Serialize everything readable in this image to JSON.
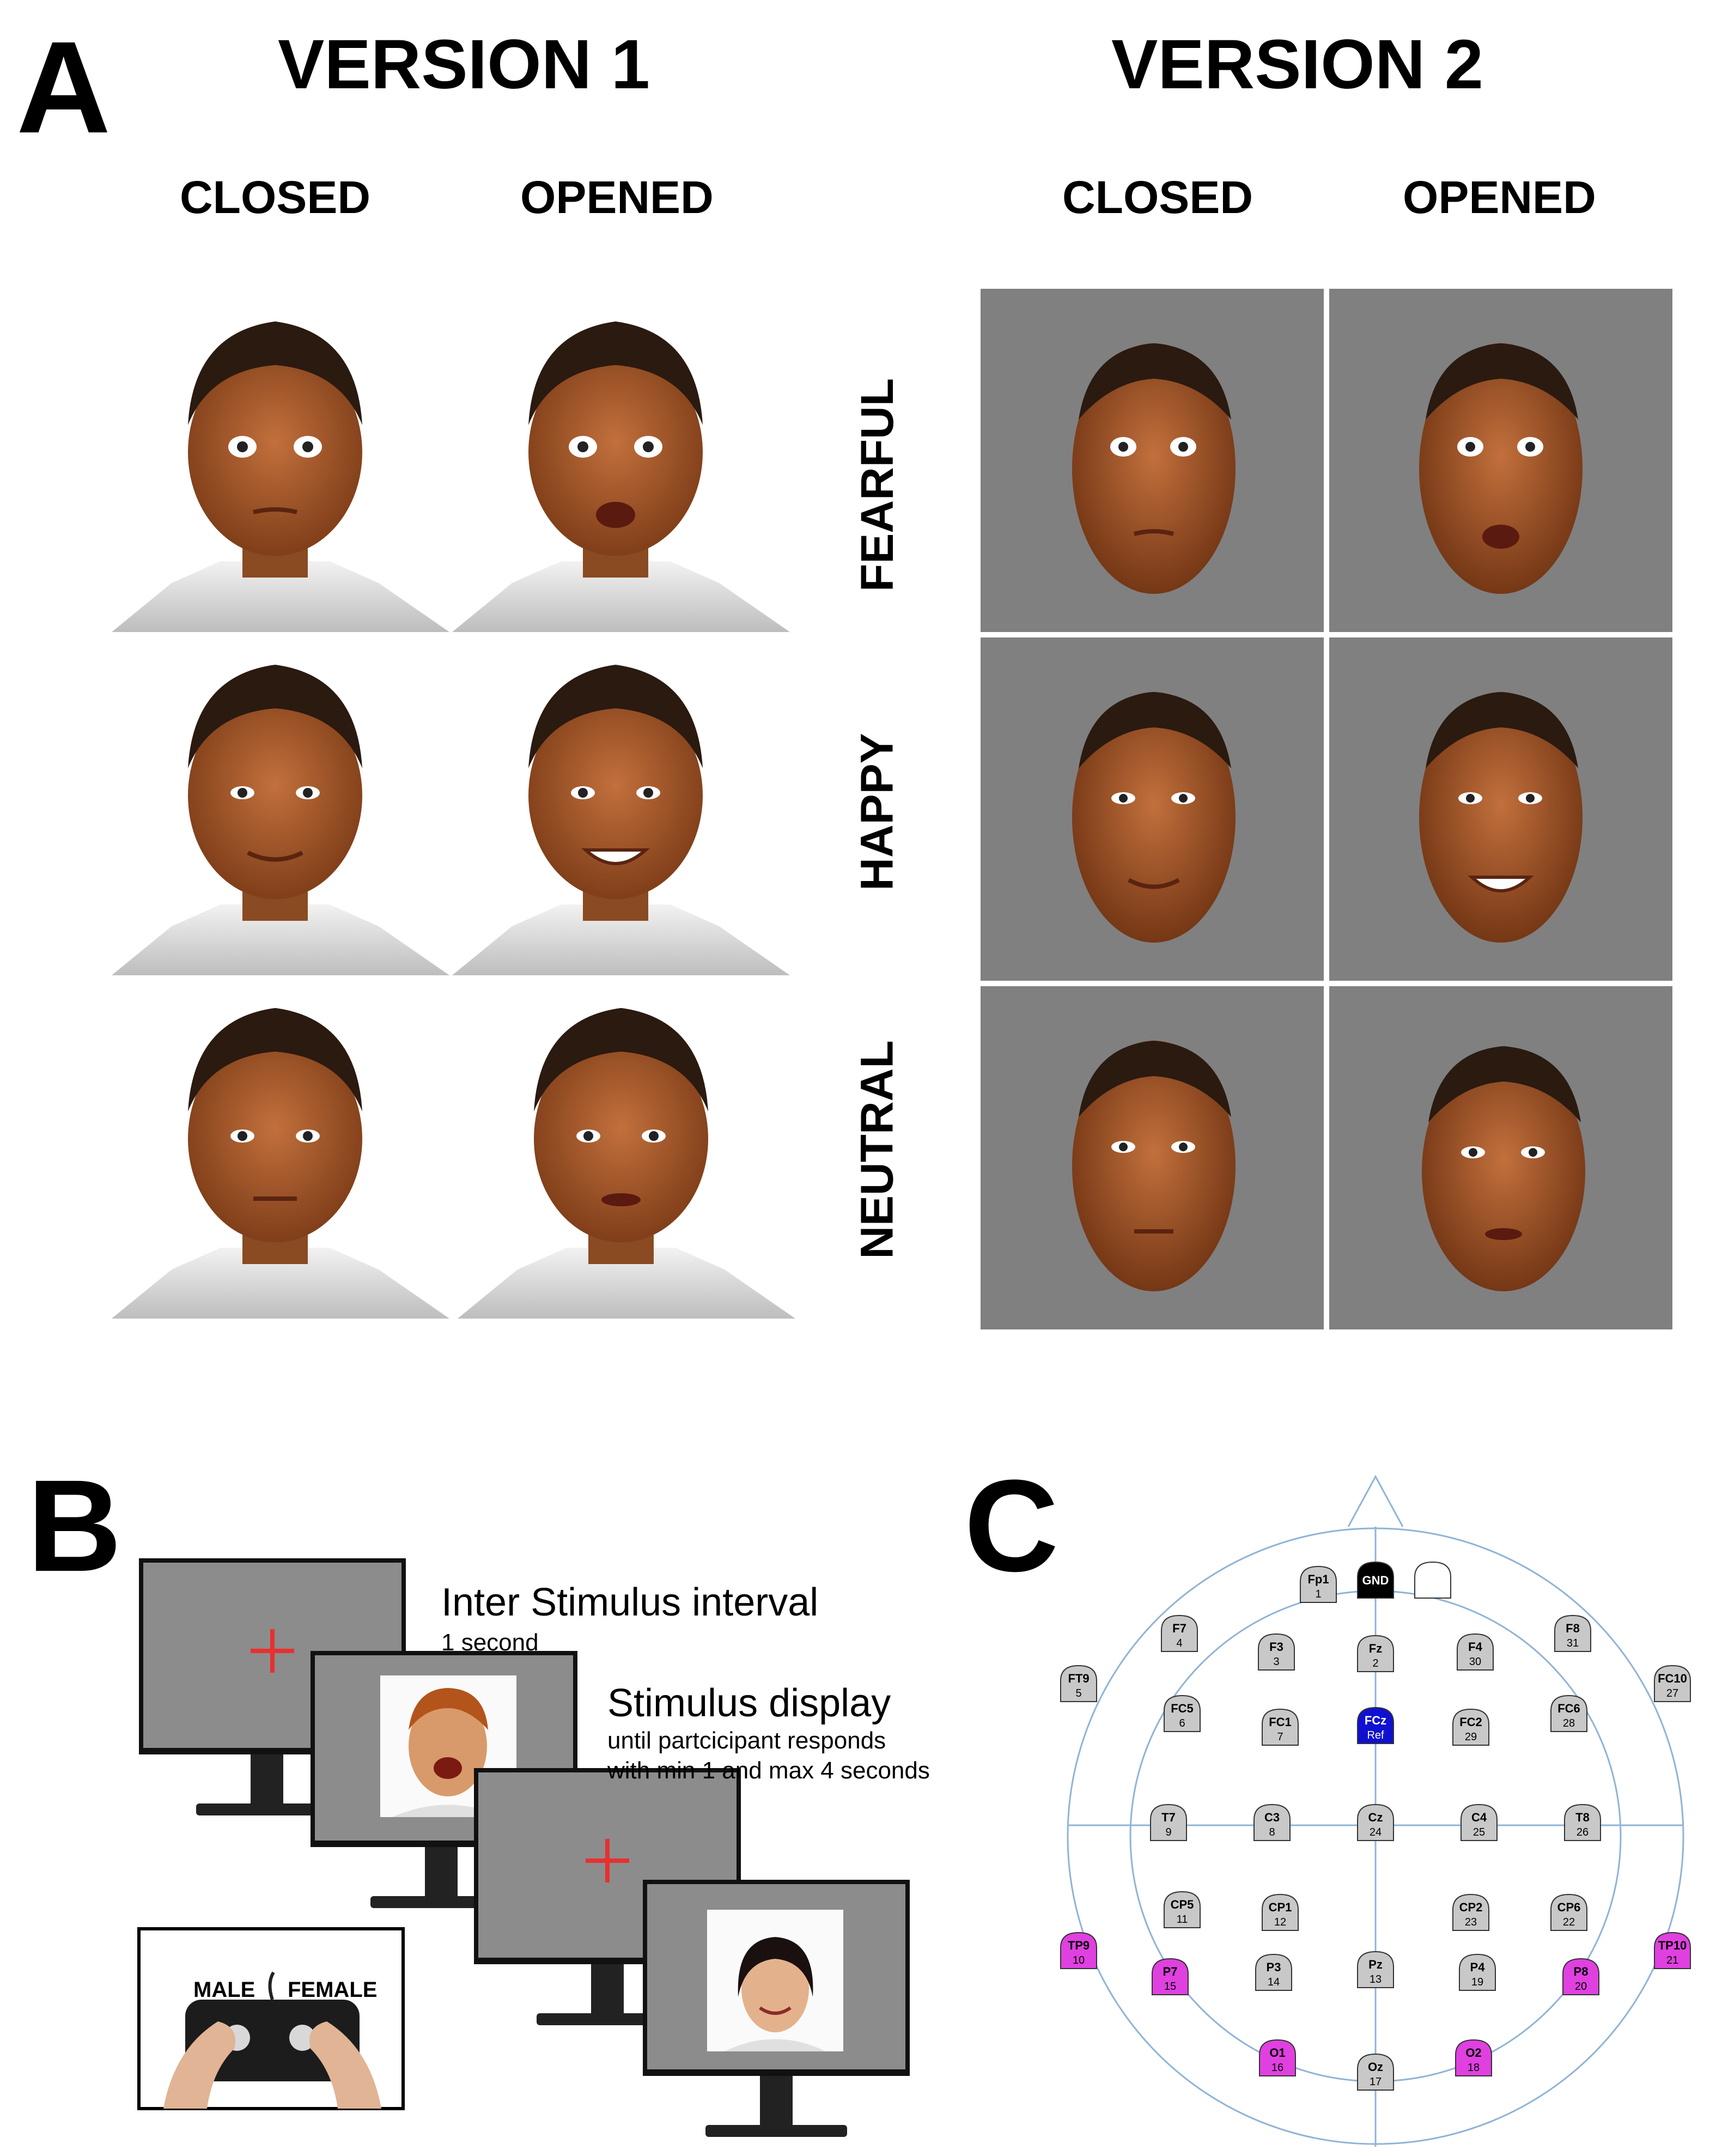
{
  "panelA": {
    "letter": "A",
    "version1": "VERSION 1",
    "version2": "VERSION 2",
    "v1_closed": "CLOSED",
    "v1_opened": "OPENED",
    "v2_closed": "CLOSED",
    "v2_opened": "OPENED",
    "rows": [
      "FEARFUL",
      "HAPPY",
      "NEUTRAL"
    ]
  },
  "panelB": {
    "letter": "B",
    "isi_title": "Inter Stimulus interval",
    "isi_sub": "1 second",
    "stim_title": "Stimulus display",
    "stim_sub1": "until partcicipant responds",
    "stim_sub2": "with min 1 and max 4 seconds",
    "male": "MALE",
    "female": "FEMALE"
  },
  "panelC": {
    "letter": "C",
    "colors": {
      "grey": "#c8c8c8",
      "magenta": "#e040e0",
      "blue": "#1010d0",
      "black": "#000000",
      "line": "#8fb4d6"
    },
    "electrodes": [
      {
        "name": "GND",
        "num": "",
        "color": "black"
      },
      {
        "name": "",
        "num": "",
        "color": "white"
      },
      {
        "name": "Fp1",
        "num": "1",
        "color": "grey"
      },
      {
        "name": "F7",
        "num": "4",
        "color": "grey"
      },
      {
        "name": "F3",
        "num": "3",
        "color": "grey"
      },
      {
        "name": "Fz",
        "num": "2",
        "color": "grey"
      },
      {
        "name": "F4",
        "num": "30",
        "color": "grey"
      },
      {
        "name": "F8",
        "num": "31",
        "color": "grey"
      },
      {
        "name": "FT9",
        "num": "5",
        "color": "grey"
      },
      {
        "name": "FC10",
        "num": "27",
        "color": "grey"
      },
      {
        "name": "FC5",
        "num": "6",
        "color": "grey"
      },
      {
        "name": "FC1",
        "num": "7",
        "color": "grey"
      },
      {
        "name": "FCz",
        "num": "Ref",
        "color": "blue"
      },
      {
        "name": "FC2",
        "num": "29",
        "color": "grey"
      },
      {
        "name": "FC6",
        "num": "28",
        "color": "grey"
      },
      {
        "name": "T7",
        "num": "9",
        "color": "grey"
      },
      {
        "name": "C3",
        "num": "8",
        "color": "grey"
      },
      {
        "name": "Cz",
        "num": "24",
        "color": "grey"
      },
      {
        "name": "C4",
        "num": "25",
        "color": "grey"
      },
      {
        "name": "T8",
        "num": "26",
        "color": "grey"
      },
      {
        "name": "CP5",
        "num": "11",
        "color": "grey"
      },
      {
        "name": "CP1",
        "num": "12",
        "color": "grey"
      },
      {
        "name": "CP2",
        "num": "23",
        "color": "grey"
      },
      {
        "name": "CP6",
        "num": "22",
        "color": "grey"
      },
      {
        "name": "TP9",
        "num": "10",
        "color": "magenta"
      },
      {
        "name": "TP10",
        "num": "21",
        "color": "magenta"
      },
      {
        "name": "P7",
        "num": "15",
        "color": "magenta"
      },
      {
        "name": "P3",
        "num": "14",
        "color": "grey"
      },
      {
        "name": "Pz",
        "num": "13",
        "color": "grey"
      },
      {
        "name": "P4",
        "num": "19",
        "color": "grey"
      },
      {
        "name": "P8",
        "num": "20",
        "color": "magenta"
      },
      {
        "name": "O1",
        "num": "16",
        "color": "magenta"
      },
      {
        "name": "Oz",
        "num": "17",
        "color": "grey"
      },
      {
        "name": "O2",
        "num": "18",
        "color": "magenta"
      }
    ]
  }
}
